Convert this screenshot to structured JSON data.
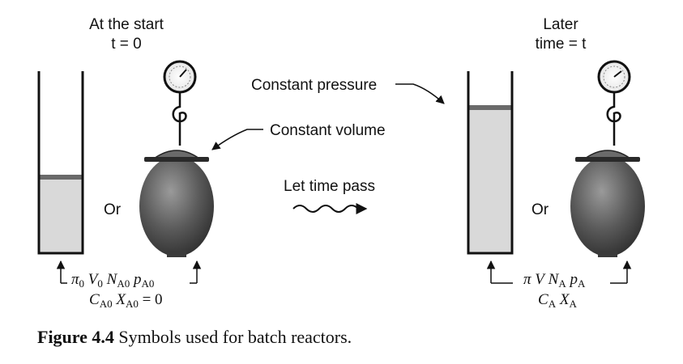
{
  "left_state": {
    "heading": "At the start",
    "time_label": "t = 0",
    "or_label": "Or",
    "symbols": {
      "pi": "π",
      "pi_sub": "0",
      "V": "V",
      "V_sub": "0",
      "N": "N",
      "N_sub": "A0",
      "p": "p",
      "p_sub": "A0",
      "C": "C",
      "C_sub": "A0",
      "X": "X",
      "X_sub": "A0",
      "equals_zero": "= 0"
    }
  },
  "right_state": {
    "heading": "Later",
    "time_label": "time = t",
    "or_label": "Or",
    "symbols": {
      "pi": "π",
      "V": "V",
      "N": "N",
      "N_sub": "A",
      "p": "p",
      "p_sub": "A",
      "C": "C",
      "C_sub": "A",
      "X": "X",
      "X_sub": "A"
    }
  },
  "middle": {
    "constant_pressure": "Constant pressure",
    "constant_volume": "Constant volume",
    "let_time_pass": "Let time pass"
  },
  "caption": {
    "label": "Figure 4.4",
    "text": "Symbols used for batch reactors."
  },
  "colors": {
    "liquid": "#d9d9d9",
    "vessel": "#4a4a4a",
    "vessel_highlight": "#8f8f8f",
    "line": "#111111"
  }
}
